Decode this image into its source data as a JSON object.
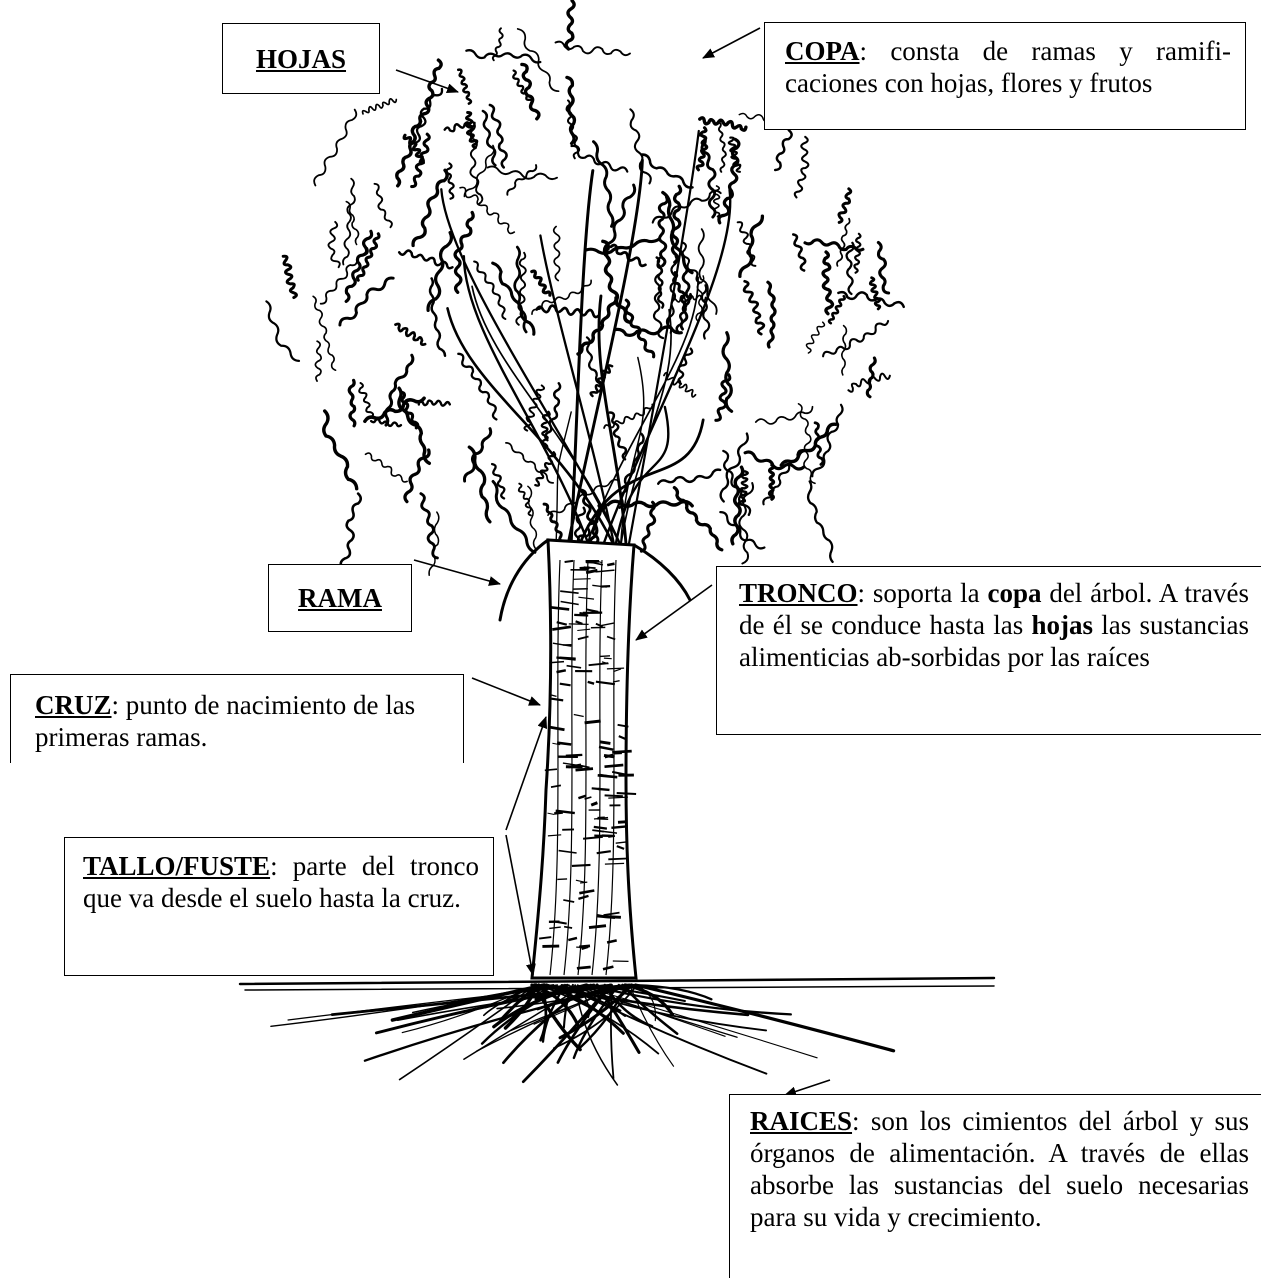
{
  "hojas": {
    "term": "HOJAS"
  },
  "copa": {
    "term": "COPA",
    "text": ": consta de ramas y ramifi-caciones con hojas, flores y frutos"
  },
  "rama": {
    "term": "RAMA"
  },
  "tronco": {
    "term": "TRONCO",
    "t1": ": soporta la ",
    "b1": "copa",
    "t2": " del árbol. A través de él se conduce hasta las ",
    "b2": "hojas",
    "t3": " las sustancias alimenticias ab-sorbidas por las raíces"
  },
  "cruz": {
    "term": "CRUZ",
    "text": ": punto de nacimiento de las primeras ramas."
  },
  "tallo": {
    "term": "TALLO/FUSTE",
    "text": ": parte del tronco que va desde el suelo hasta la cruz."
  },
  "raices": {
    "term": "RAICES",
    "text": ": son los cimientos del árbol y sus órganos de alimentación. A través de ellas absorbe las sustancias del suelo necesarias para su vida y crecimiento."
  }
}
